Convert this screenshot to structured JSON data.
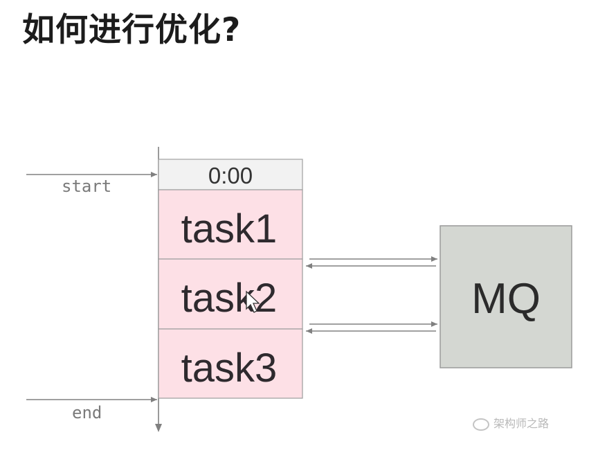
{
  "title": "如何进行优化?",
  "diagram": {
    "start_label": "start",
    "end_label": "end",
    "timeline_header": "0:00",
    "tasks": [
      "task1",
      "task2",
      "task3"
    ],
    "queue_label": "MQ"
  },
  "watermark": "架构师之路",
  "colors": {
    "task_fill": "#fde0e6",
    "task_border": "#9c9c9c",
    "mq_fill": "#d4d7d2",
    "header_fill": "#f2f2f2",
    "arrow": "#808080"
  }
}
